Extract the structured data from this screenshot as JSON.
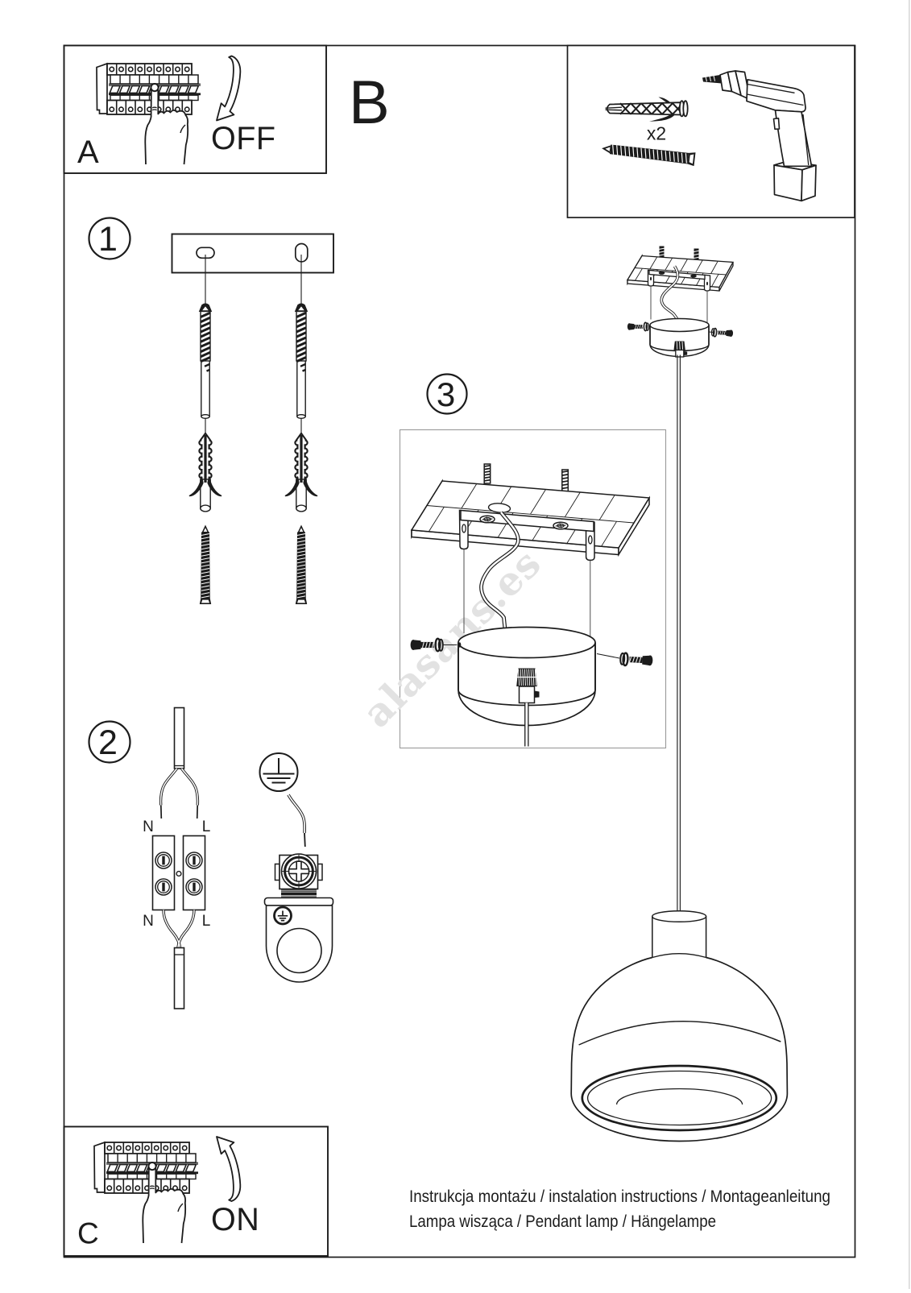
{
  "document": {
    "type": "installation-instruction-sheet",
    "product": "pendant lamp",
    "footer": {
      "line1": "Instrukcja montażu / instalation instructions / Montageanleitung",
      "line2": "Lampa wisząca / Pendant lamp / Hängelampe"
    },
    "watermark": "alasans.es"
  },
  "panels": {
    "a": {
      "label": "A",
      "action": "OFF"
    },
    "b": {
      "label": "B"
    },
    "c": {
      "label": "C",
      "action": "ON"
    }
  },
  "parts_box": {
    "quantity_label": "x2",
    "items": [
      "wall-plug-icon",
      "screw-icon",
      "drill-icon"
    ]
  },
  "steps": {
    "step1": {
      "number": "1"
    },
    "step2": {
      "number": "2",
      "terminals": {
        "top_left": "N",
        "top_right": "L",
        "bottom_left": "N",
        "bottom_right": "L"
      }
    },
    "step3": {
      "number": "3"
    }
  },
  "colors": {
    "ink": "#1c1c1c",
    "watermark": "#e2e2e2",
    "step3_box_border": "#9a9a9a",
    "background": "#ffffff"
  }
}
